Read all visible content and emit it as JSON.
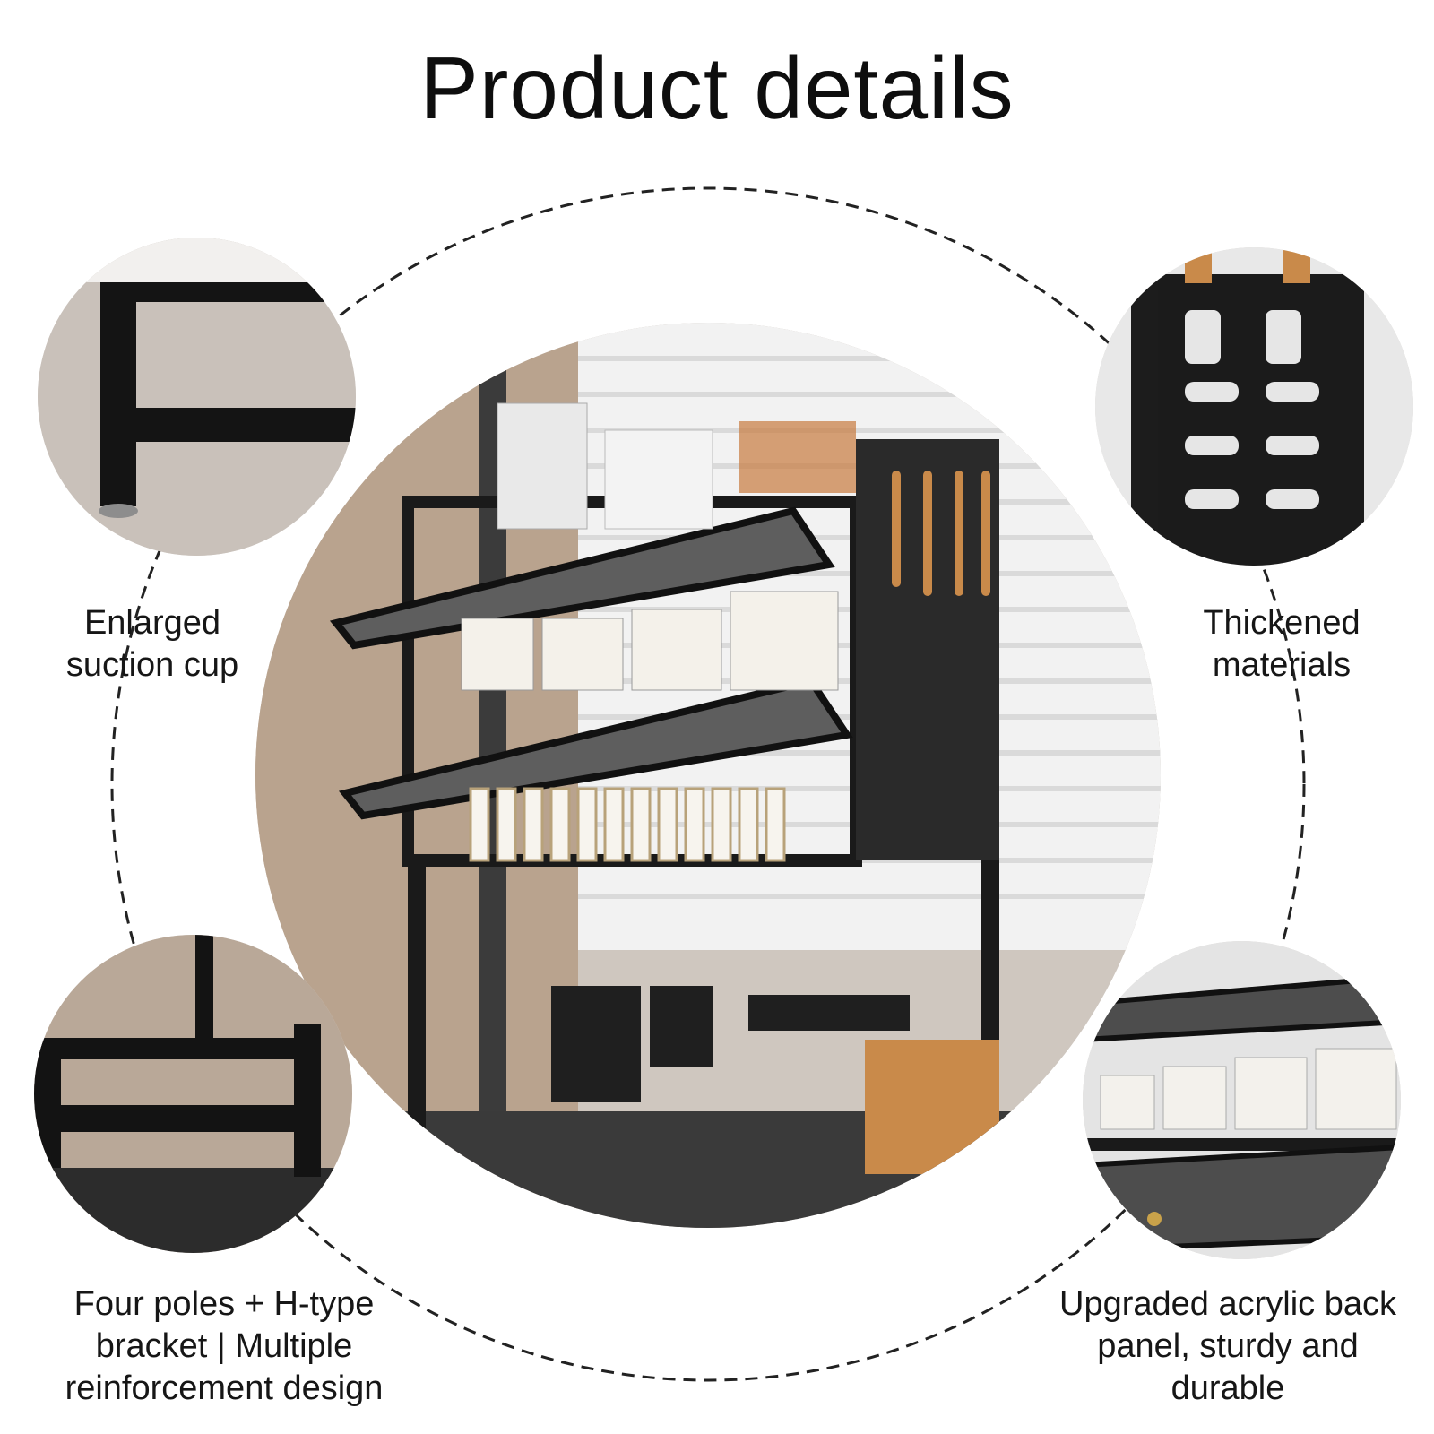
{
  "title": "Product details",
  "features": {
    "top_left": "Enlarged\nsuction cup",
    "top_right": "Thickened\nmaterials",
    "bottom_left": "Four poles + H-type\nbracket | Multiple\nreinforcement design",
    "bottom_right": "Upgraded acrylic back\npanel, sturdy and\ndurable"
  },
  "colors": {
    "rack": "#1a1a1a",
    "background": "#ffffff",
    "wood": "#c98a4a"
  }
}
